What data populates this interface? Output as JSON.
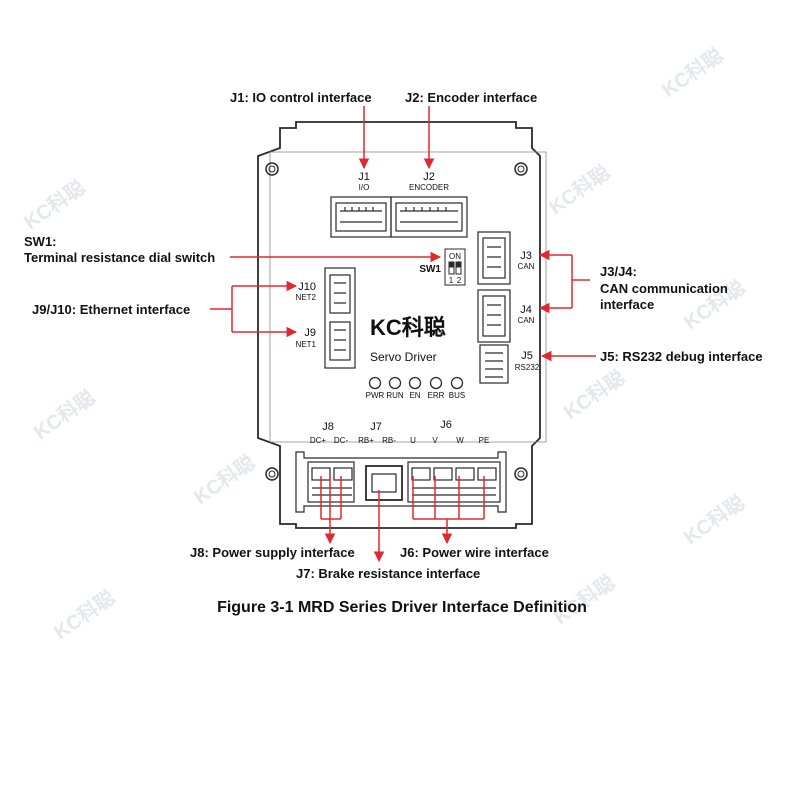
{
  "watermark": "KC科聪",
  "callouts": {
    "j1": "J1: IO control interface",
    "j2": "J2:  Encoder interface",
    "sw1_title": "SW1:",
    "sw1_desc": "Terminal resistance dial switch",
    "j9j10": "J9/J10: Ethernet interface",
    "j3j4_title": "J3/J4:",
    "j3j4_line2": "CAN communication",
    "j3j4_line3": "interface",
    "j5": "J5: RS232 debug interface",
    "j8": "J8: Power supply interface",
    "j7": "J7: Brake resistance interface",
    "j6": "J6: Power wire interface"
  },
  "board": {
    "j1_label": "J1",
    "j1_sub": "I/O",
    "j2_label": "J2",
    "j2_sub": "ENCODER",
    "sw1_label": "SW1",
    "sw1_on": "ON",
    "sw1_n1": "1",
    "sw1_n2": "2",
    "j10_label": "J10",
    "j10_sub": "NET2",
    "j9_label": "J9",
    "j9_sub": "NET1",
    "j3_label": "J3",
    "j3_sub": "CAN",
    "j4_label": "J4",
    "j4_sub": "CAN",
    "j5_label": "J5",
    "j5_sub": "RS232",
    "logo": "KC科聪",
    "product": "Servo Driver",
    "leds": [
      "PWR",
      "RUN",
      "EN",
      "ERR",
      "BUS"
    ],
    "j8_label": "J8",
    "j7_label": "J7",
    "j6_label": "J6",
    "terminals": [
      "DC+",
      "DC-",
      "RB+",
      "RB-",
      "U",
      "V",
      "W",
      "PE"
    ]
  },
  "caption": "Figure 3-1 MRD Series Driver Interface Definition",
  "colors": {
    "arrow": "#e0282e",
    "outline": "#2a2a2a",
    "watermark": "#cfd6de"
  }
}
